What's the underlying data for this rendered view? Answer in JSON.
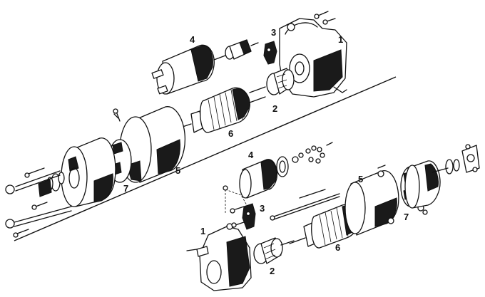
{
  "diagram": {
    "top_assembly": {
      "labels": [
        "4",
        "3",
        "1",
        "2",
        "6",
        "5",
        "7"
      ]
    },
    "bottom_assembly": {
      "labels": [
        "4",
        "3",
        "1",
        "2",
        "6",
        "5",
        "7"
      ]
    }
  },
  "colors": {
    "ink": "#111111",
    "background": "#ffffff"
  }
}
